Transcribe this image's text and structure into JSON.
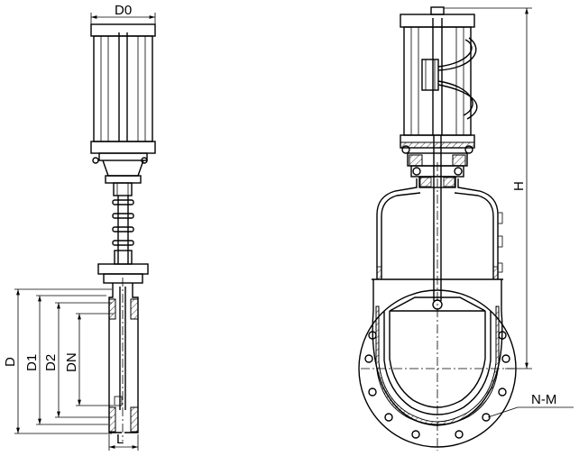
{
  "labels": {
    "d0": "D0",
    "d": "D",
    "d1": "D1",
    "d2": "D2",
    "dn": "DN",
    "l": "L",
    "h": "H",
    "nm": "N-M"
  }
}
